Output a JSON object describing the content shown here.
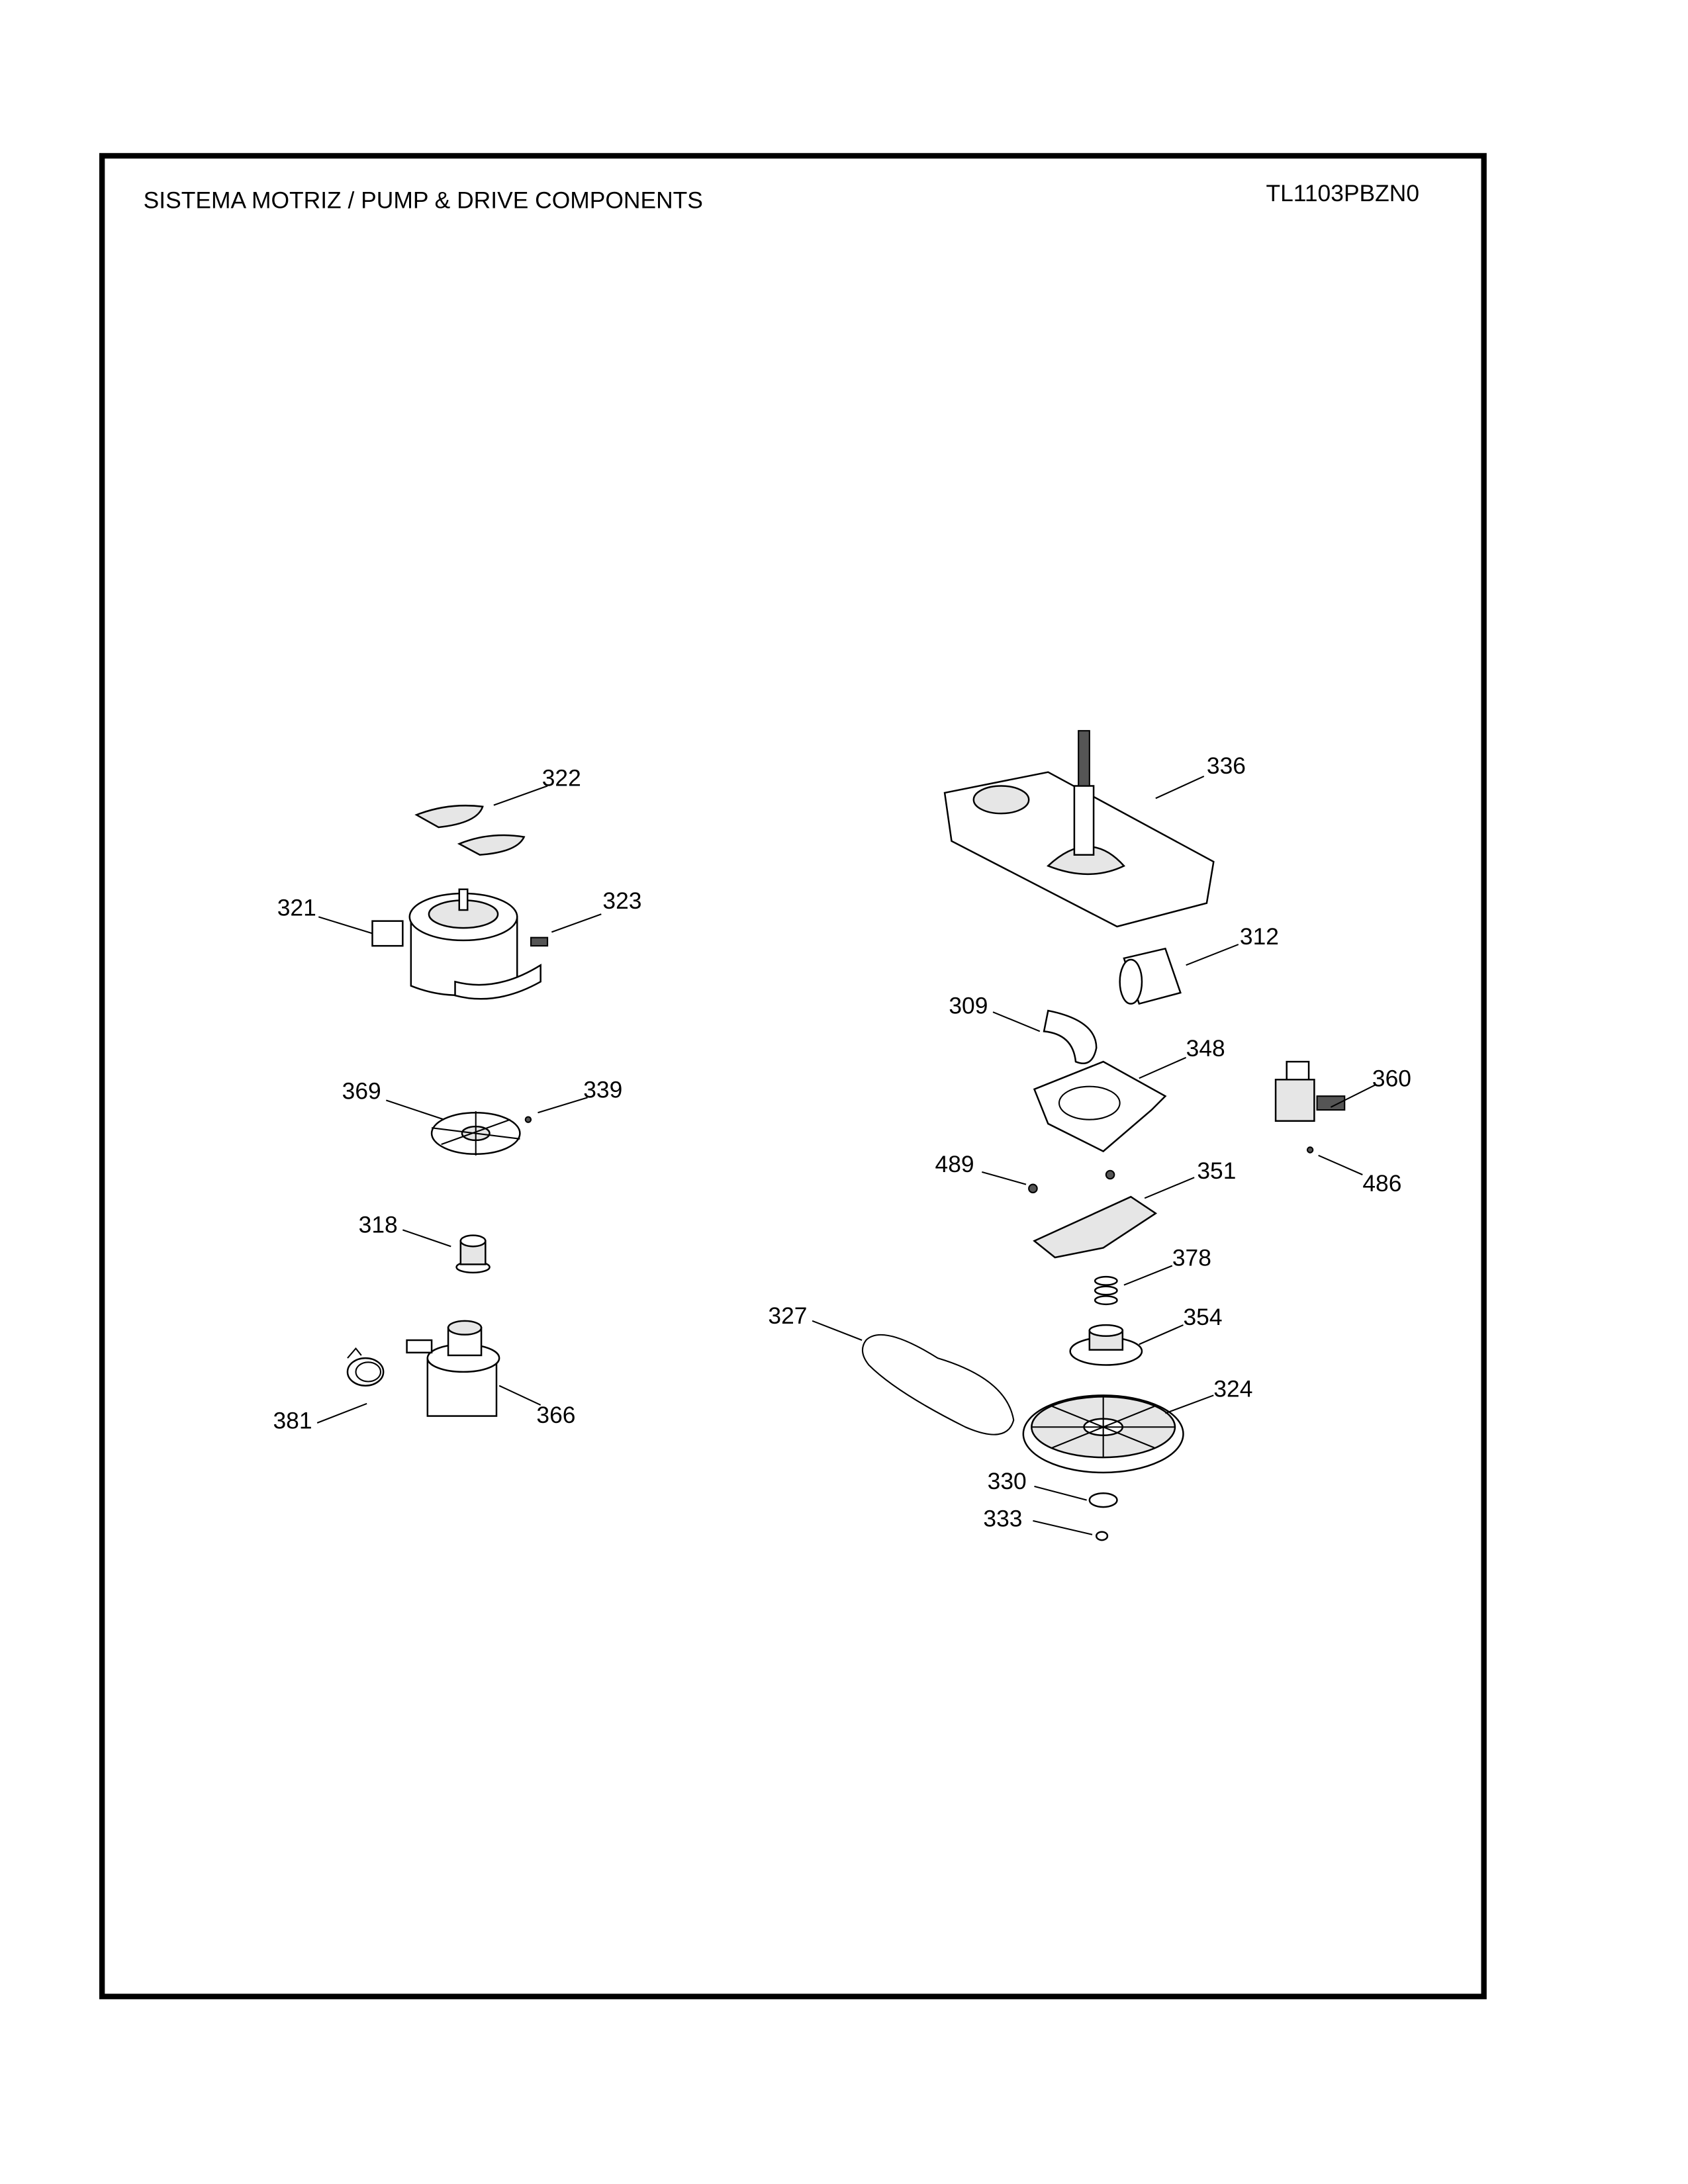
{
  "header": {
    "title": "SISTEMA MOTRIZ / PUMP  &  DRIVE COMPONENTS",
    "model": "TL1103PBZN0"
  },
  "callouts": {
    "c322": "322",
    "c321": "321",
    "c323": "323",
    "c369": "369",
    "c339": "339",
    "c318": "318",
    "c381": "381",
    "c366": "366",
    "c336": "336",
    "c312": "312",
    "c309": "309",
    "c348": "348",
    "c360": "360",
    "c489": "489",
    "c351": "351",
    "c486": "486",
    "c378": "378",
    "c327": "327",
    "c354": "354",
    "c324": "324",
    "c330": "330",
    "c333": "333"
  }
}
